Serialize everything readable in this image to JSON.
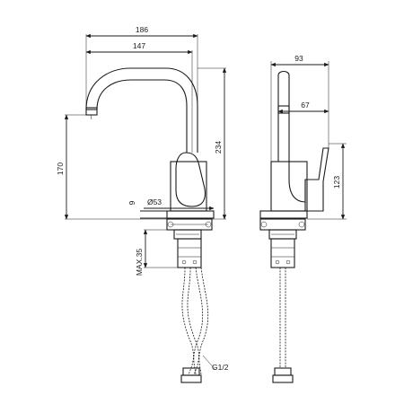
{
  "dimensions": {
    "overall_width": "186",
    "spout_reach": "147",
    "total_height": "234",
    "spout_height": "170",
    "base_flange": "9",
    "base_diameter": "Ø53",
    "max_deck": "MAX.35",
    "side_width": "93",
    "aerator_offset": "67",
    "handle_height": "123",
    "thread": "G1/2"
  }
}
